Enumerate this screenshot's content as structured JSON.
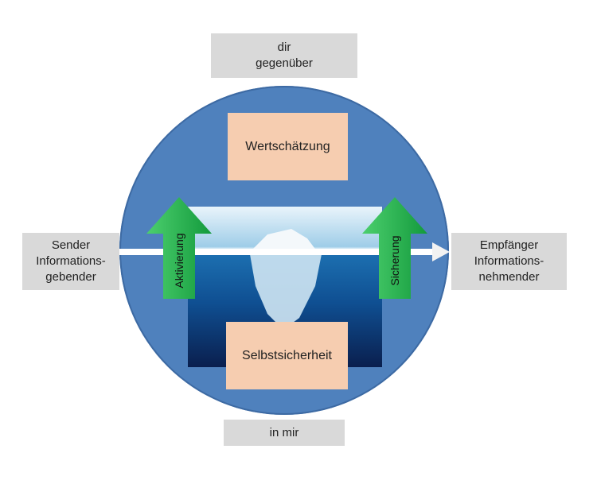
{
  "labels": {
    "top": [
      "dir",
      "gegenüber"
    ],
    "left": [
      "Sender",
      "Informations-",
      "gebender"
    ],
    "right": [
      "Empfänger",
      "Informations-",
      "nehmender"
    ],
    "bottom": "in mir",
    "upper_center": "Wertschätzung",
    "lower_center": "Selbstsicherheit",
    "left_arrow": "Aktivierung",
    "right_arrow": "Sicherung"
  },
  "colors": {
    "circle": "#4f81bd",
    "peach": "#f6cdb0",
    "grey": "#d9d9d9",
    "arrow": "#1fa64a"
  }
}
